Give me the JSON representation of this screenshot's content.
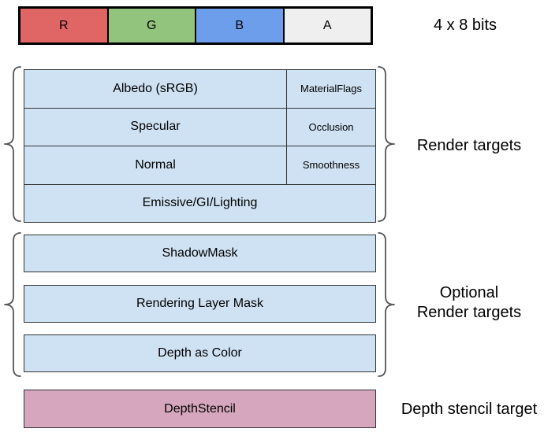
{
  "top_bar": {
    "cells": [
      {
        "label": "R",
        "color": "#e06666"
      },
      {
        "label": "G",
        "color": "#93c47d"
      },
      {
        "label": "B",
        "color": "#6d9eeb"
      },
      {
        "label": "A",
        "color": "#efefef"
      }
    ],
    "caption": "4 x 8 bits"
  },
  "render_targets": {
    "section_label": "Render targets",
    "rows": [
      {
        "main": "Albedo (sRGB)",
        "alpha": "MaterialFlags"
      },
      {
        "main": "Specular",
        "alpha": "Occlusion"
      },
      {
        "main": "Normal",
        "alpha": "Smoothness"
      },
      {
        "main": "Emissive/GI/Lighting"
      }
    ]
  },
  "optional_render_targets": {
    "section_label_line1": "Optional",
    "section_label_line2": "Render targets",
    "rows": [
      "ShadowMask",
      "Rendering Layer Mask",
      "Depth as Color"
    ]
  },
  "depth_stencil": {
    "box_label": "DepthStencil",
    "section_label": "Depth stencil target"
  },
  "colors": {
    "channel_r": "#e06666",
    "channel_g": "#93c47d",
    "channel_b": "#6d9eeb",
    "channel_a": "#efefef",
    "render_target_fill": "#cfe2f3",
    "depth_stencil_fill": "#d5a6bd",
    "box_border": "#333333",
    "brace_stroke": "#555555"
  }
}
